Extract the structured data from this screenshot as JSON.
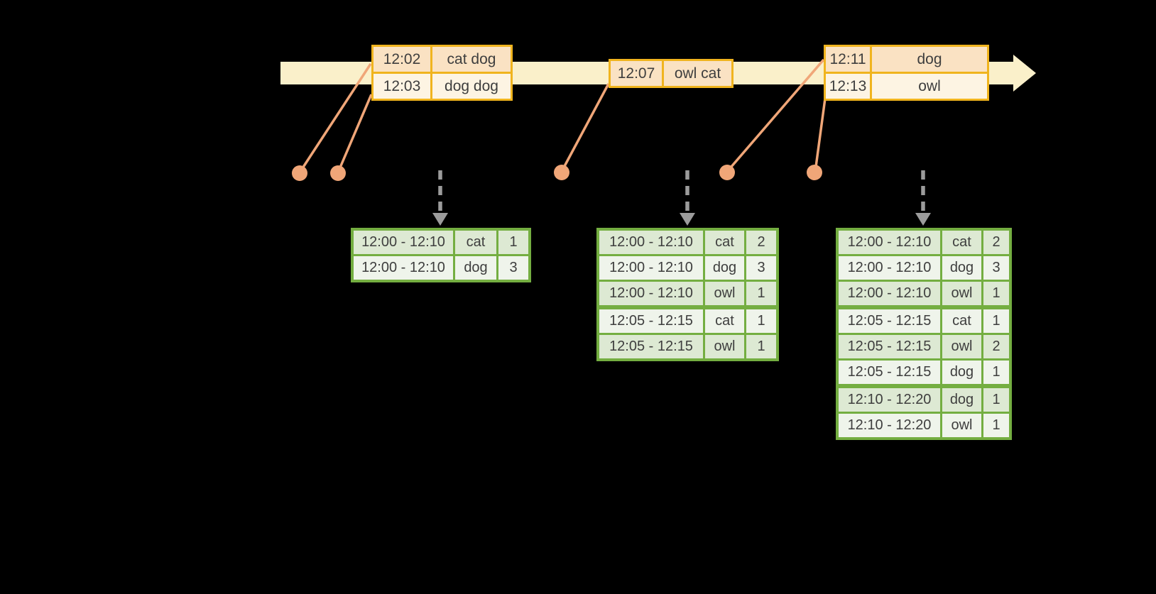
{
  "colors": {
    "background": "#000000",
    "timeline_band": "#faf0ca",
    "event_border": "#f0b41e",
    "event_row_dark": "#fae2c3",
    "event_row_light": "#fdf4e3",
    "connector_salmon": "#f0a678",
    "result_border": "#74ae41",
    "result_row_dark": "#dde9d3",
    "result_row_light": "#eff4eb",
    "trigger_arrow_gray": "#9c9c9c",
    "text": "#3e3e3e"
  },
  "icons": {
    "timeline_arrow": "right-arrow-band",
    "event_marker": "filled-dot",
    "trigger_arrow": "dashed-down-arrow"
  },
  "timeline": {
    "event_tables": [
      {
        "rows": [
          {
            "time": "12:02",
            "words": "cat dog"
          },
          {
            "time": "12:03",
            "words": "dog dog"
          }
        ]
      },
      {
        "rows": [
          {
            "time": "12:07",
            "words": "owl cat"
          }
        ]
      },
      {
        "rows": [
          {
            "time": "12:11",
            "words": "dog"
          },
          {
            "time": "12:13",
            "words": "owl"
          }
        ]
      }
    ]
  },
  "result_tables": [
    {
      "rows": [
        {
          "window": "12:00 - 12:10",
          "word": "cat",
          "count": "1"
        },
        {
          "window": "12:00 - 12:10",
          "word": "dog",
          "count": "3"
        }
      ]
    },
    {
      "rows": [
        {
          "window": "12:00 - 12:10",
          "word": "cat",
          "count": "2"
        },
        {
          "window": "12:00 - 12:10",
          "word": "dog",
          "count": "3"
        },
        {
          "window": "12:00 - 12:10",
          "word": "owl",
          "count": "1"
        },
        {
          "window": "12:05 - 12:15",
          "word": "cat",
          "count": "1"
        },
        {
          "window": "12:05 - 12:15",
          "word": "owl",
          "count": "1"
        }
      ]
    },
    {
      "rows": [
        {
          "window": "12:00 - 12:10",
          "word": "cat",
          "count": "2"
        },
        {
          "window": "12:00 - 12:10",
          "word": "dog",
          "count": "3"
        },
        {
          "window": "12:00 - 12:10",
          "word": "owl",
          "count": "1"
        },
        {
          "window": "12:05 - 12:15",
          "word": "cat",
          "count": "1"
        },
        {
          "window": "12:05 - 12:15",
          "word": "owl",
          "count": "2"
        },
        {
          "window": "12:05 - 12:15",
          "word": "dog",
          "count": "1"
        },
        {
          "window": "12:10 - 12:20",
          "word": "dog",
          "count": "1"
        },
        {
          "window": "12:10 - 12:20",
          "word": "owl",
          "count": "1"
        }
      ]
    }
  ]
}
